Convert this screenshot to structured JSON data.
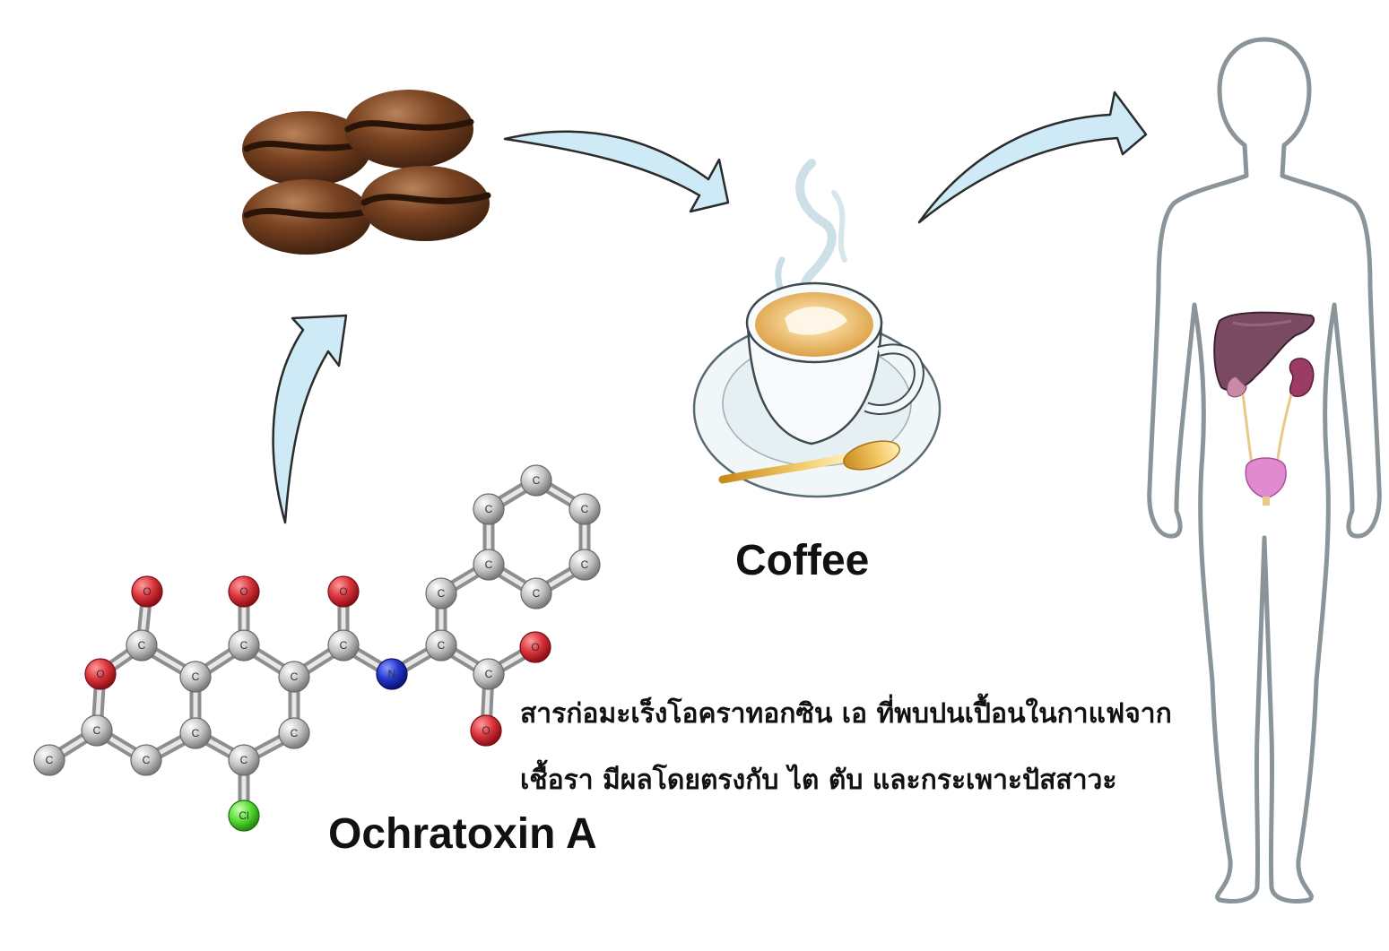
{
  "labels": {
    "coffee": "Coffee",
    "ochratoxin": "Ochratoxin A"
  },
  "description": {
    "line1": "สารก่อมะเร็งโอคราทอกซิน เอ ที่พบปนเปื้อนในกาแฟจาก",
    "line2": "เชื้อรา มีผลโดยตรงกับ ไต ตับ และกระเพาะปัสสาวะ"
  },
  "molecule": {
    "atom_letters": {
      "carbon": "C",
      "oxygen": "O",
      "nitrogen": "N",
      "chlorine": "Cl"
    }
  },
  "colors": {
    "arrow_fill": "#cdeaf6",
    "arrow_stroke": "#2b2b2b",
    "carbon": "#c8c8c8",
    "oxygen": "#d9323a",
    "nitrogen": "#2233cc",
    "chlorine": "#55dd33",
    "body_outline": "#8a9499",
    "liver": "#7a4a62",
    "kidney": "#9c3c66",
    "bladder": "#e28ad0",
    "bean": "#6b3a1d",
    "coffee_crema": "#e6b05a"
  },
  "icons": [
    "coffee-bean-icon",
    "coffee-cup-icon",
    "human-body-icon",
    "molecule-icon"
  ]
}
